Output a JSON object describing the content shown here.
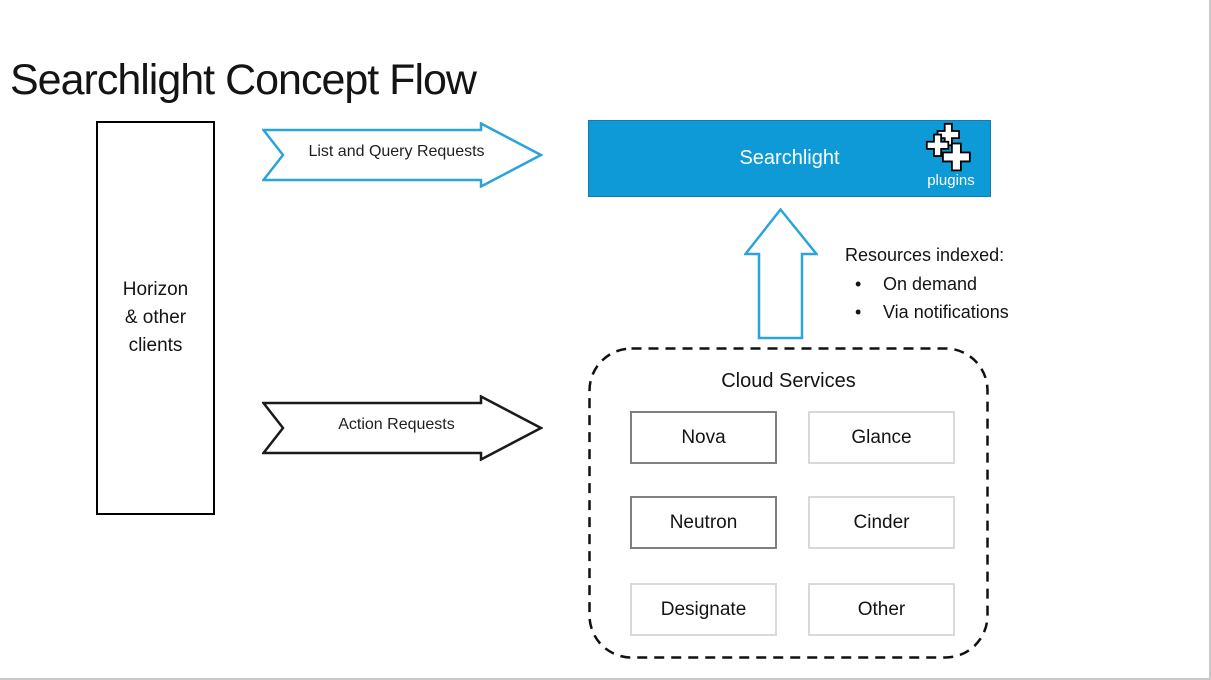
{
  "page": {
    "title": "Searchlight Concept Flow"
  },
  "colors": {
    "accent_blue": "#0d9ad7",
    "accent_blue_border": "#1879ab",
    "arrow_blue": "#2ba3dc",
    "box_border_dark": "#7f7f7f",
    "box_border_light": "#d9d9d9"
  },
  "clients_box": {
    "label": "Horizon\n& other\nclients"
  },
  "arrows": {
    "list_query": {
      "label": "List and Query Requests"
    },
    "action": {
      "label": "Action Requests"
    },
    "index_up": {
      "direction": "up",
      "from": "Cloud Services",
      "to": "Searchlight"
    }
  },
  "searchlight": {
    "label": "Searchlight",
    "plugins_label": "plugins",
    "icon": "plugins-stack-icon"
  },
  "resources": {
    "heading": "Resources indexed:",
    "bullet_char": "•",
    "bullets": [
      "On demand",
      "Via notifications"
    ]
  },
  "cloud_services": {
    "title": "Cloud Services",
    "services": [
      {
        "name": "Nova",
        "emphasis": true
      },
      {
        "name": "Glance",
        "emphasis": false
      },
      {
        "name": "Neutron",
        "emphasis": true
      },
      {
        "name": "Cinder",
        "emphasis": false
      },
      {
        "name": "Designate",
        "emphasis": false
      },
      {
        "name": "Other",
        "emphasis": false
      }
    ]
  }
}
